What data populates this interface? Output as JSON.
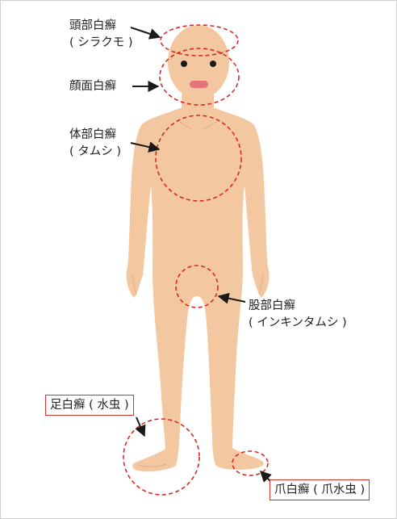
{
  "labels": {
    "head": {
      "line1": "頭部白癬",
      "line2": "( シラクモ )"
    },
    "face": {
      "line1": "顔面白癬"
    },
    "body": {
      "line1": "体部白癬",
      "line2": "( タムシ )"
    },
    "groin": {
      "line1": "股部白癬",
      "line2": "( インキンタムシ )"
    },
    "foot": {
      "line1": "足白癬 ( 水虫 )"
    },
    "nail": {
      "line1": "爪白癬 ( 爪水虫 )"
    }
  },
  "colors": {
    "skin": "#f3c8a0",
    "skin_line": "#e2ad85",
    "dash": "#d62b24",
    "box_border": "#d6332c",
    "arrow": "#1a1a1a",
    "mouth": "#e4737a",
    "eyes": "#1a1a1a"
  }
}
